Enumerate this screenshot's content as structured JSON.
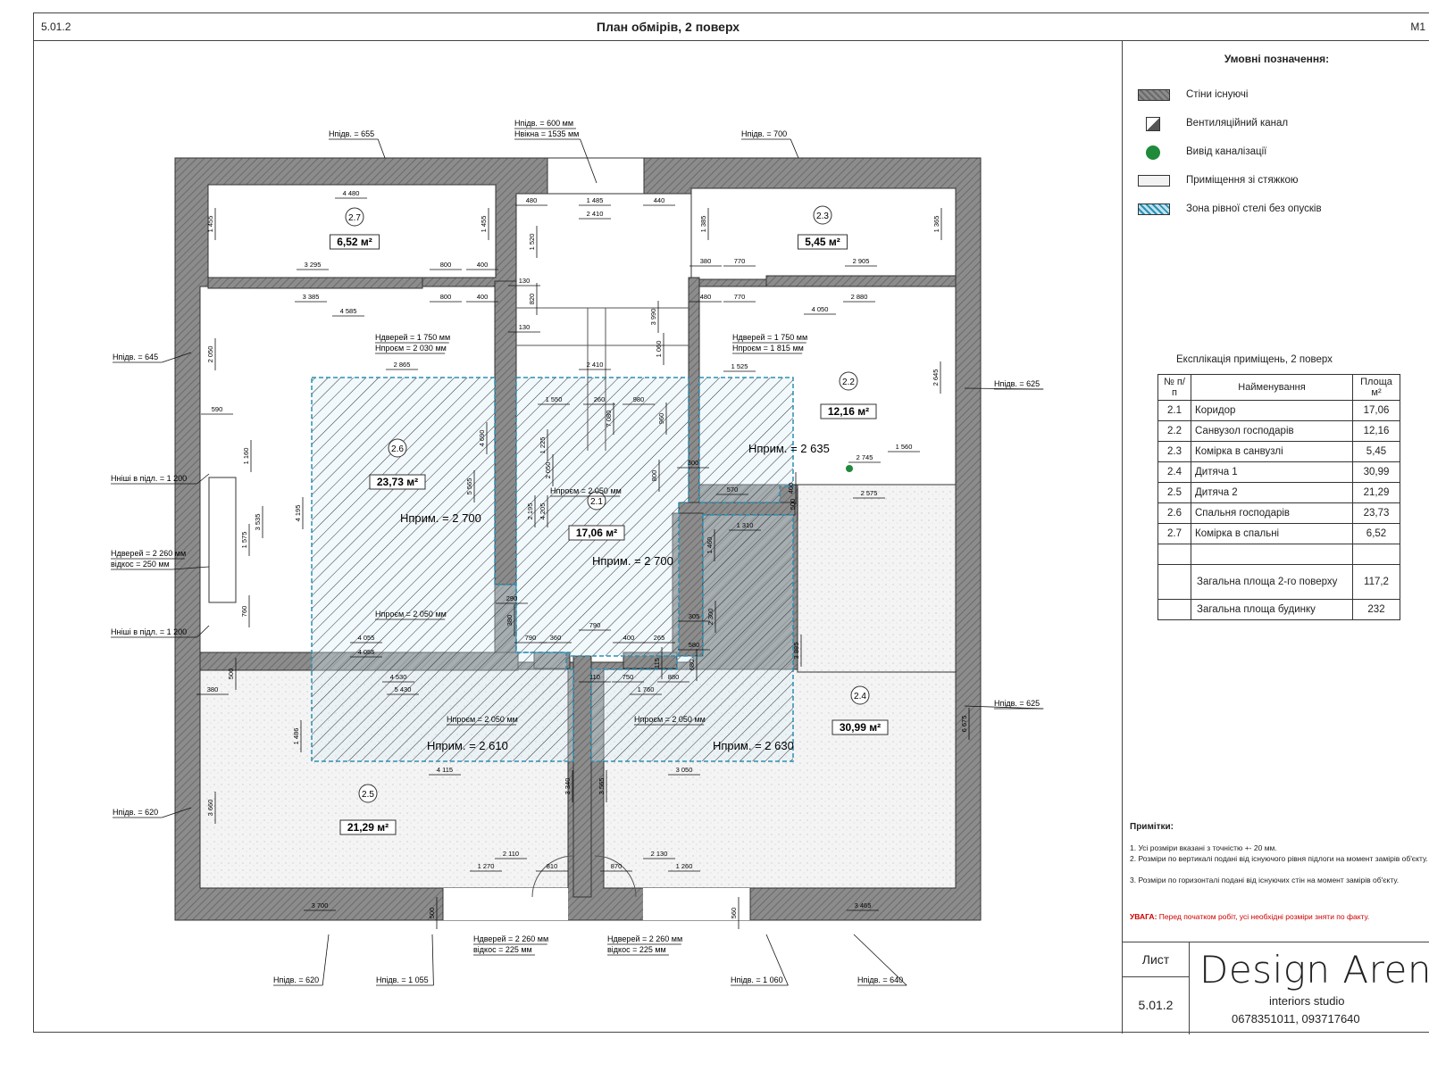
{
  "header": {
    "code": "5.01.2",
    "title": "План обмірів, 2 поверх",
    "scale": "М1"
  },
  "rooms": [
    {
      "id": "2.7",
      "area": "6,52 м²"
    },
    {
      "id": "2.3",
      "area": "5,45 м²"
    },
    {
      "id": "2.2",
      "area": "12,16 м²"
    },
    {
      "id": "2.6",
      "area": "23,73 м²"
    },
    {
      "id": "2.1",
      "area": "17,06 м²"
    },
    {
      "id": "2.4",
      "area": "30,99 м²"
    },
    {
      "id": "2.5",
      "area": "21,29 м²"
    }
  ],
  "ceiling_heights": {
    "h2700a": "Hприм. = 2 700",
    "h2700b": "Hприм. = 2 700",
    "h2610": "Hприм. = 2 610",
    "h2630": "Hприм. = 2 630",
    "h2635": "Hприм. = 2 635"
  },
  "annotations": {
    "sill655": "Hпідв. = 655",
    "sill700": "Hпідв. = 700",
    "sill645": "Hпідв. = 645",
    "sill625a": "Hпідв. = 625",
    "sill625b": "Hпідв. = 625",
    "sill620": "Hпідв. = 620",
    "sill620b": "Hпідв. = 620",
    "sill1055": "Hпідв. = 1 055",
    "sill1060": "Hпідв. = 1 060",
    "sill640": "Hпідв. = 640",
    "win_top1": "Hпідв. = 600 мм",
    "win_top2": "Hвікна = 1535 мм",
    "niche1200a": "Hніші в підл. = 1 200",
    "niche1200b": "Hніші в підл. = 1 200",
    "door2260": "Hдверей = 2 260 мм",
    "offset250": "відкос = 250 мм",
    "door1750a": "Hдверей = 1 750 мм",
    "door2030": "Hпроєм = 2 030 мм",
    "door1750b": "Hдверей = 1 750 мм",
    "door1815": "Hпроєм = 1 815 мм",
    "beam2050a": "Hпроєм = 2 050 мм",
    "beam2050b": "Hпроєм = 2 050 мм",
    "beam2050c": "Hпроєм = 2 050 мм",
    "beam2050d": "Hпроєм = 2 050 мм",
    "doorA": "Hдверей = 2 260 мм",
    "offA": "відкос = 225 мм",
    "doorB": "Hдверей = 2 260 мм",
    "offB": "відкос = 225 мм"
  },
  "dims": [
    "4 480",
    "1 455",
    "1 455",
    "3 295",
    "800",
    "400",
    "3 385",
    "800",
    "400",
    "4 585",
    "2 050",
    "590",
    "1 160",
    "3 535",
    "1 575",
    "760",
    "4 195",
    "5 565",
    "4 690",
    "2 865",
    "4 055",
    "480",
    "1 485",
    "440",
    "2 410",
    "1 520",
    "130",
    "820",
    "130",
    "3 990",
    "2 410",
    "1 060",
    "1 550",
    "260",
    "980",
    "2 050",
    "1 225",
    "4 205",
    "2 195",
    "960",
    "7 080",
    "800",
    "290",
    "380",
    "790",
    "360",
    "790",
    "400",
    "265",
    "300",
    "305",
    "580",
    "680",
    "1 460",
    "2 300",
    "4 055",
    "1 385",
    "1 365",
    "380",
    "770",
    "2 905",
    "480",
    "770",
    "2 880",
    "4 050",
    "1 525",
    "2 645",
    "1 560",
    "2 745",
    "570",
    "400",
    "500",
    "1 310",
    "2 575",
    "3 885",
    "6 675",
    "4 530",
    "5 430",
    "1 486",
    "500",
    "380",
    "110",
    "750",
    "880",
    "1 760",
    "4 115",
    "3 050",
    "3 340",
    "3 565",
    "3 660",
    "2 110",
    "1 270",
    "810",
    "870",
    "2 130",
    "1 260",
    "3 700",
    "3 465",
    "500",
    "560",
    "115"
  ],
  "legend": {
    "title": "Умовні позначення:",
    "items": [
      {
        "label": "Стіни існуючі",
        "swatch": "wall"
      },
      {
        "label": "Вентиляційний канал",
        "swatch": "vent"
      },
      {
        "label": "Вивід каналізації",
        "swatch": "sewer"
      },
      {
        "label": "Приміщення зі стяжкою",
        "swatch": "screed"
      },
      {
        "label": "Зона рівної стелі без опусків",
        "swatch": "ceiling"
      }
    ]
  },
  "explication": {
    "title": "Експлікація приміщень, 2 поверх",
    "headers": [
      "№ п/п",
      "Найменування",
      "Площа м²"
    ],
    "rows": [
      [
        "2.1",
        "Коридор",
        "17,06"
      ],
      [
        "2.2",
        "Санвузол господарів",
        "12,16"
      ],
      [
        "2.3",
        "Комірка в санвузлі",
        "5,45"
      ],
      [
        "2.4",
        "Дитяча 1",
        "30,99"
      ],
      [
        "2.5",
        "Дитяча 2",
        "21,29"
      ],
      [
        "2.6",
        "Спальня господарів",
        "23,73"
      ],
      [
        "2.7",
        "Комірка в спальні",
        "6,52"
      ]
    ],
    "total_floor_label": "Загальна площа 2-го поверху",
    "total_floor": "117,2",
    "total_house_label": "Загальна площа будинку",
    "total_house": "232"
  },
  "notes": {
    "title": "Примітки:",
    "items": [
      "1. Усі розміри вказані з точністю +- 20 мм.",
      "2. Розміри по вертикалі подані від існуючого рівня підлоги на момент замірів об'єкту.",
      "3. Розміри по горизонталі подані від існуючих стін на момент замірів об'єкту."
    ],
    "warning_label": "УВАГА:",
    "warning": "Перед початком робіт, усі необхідні розміри зняти по факту."
  },
  "stamp": {
    "sheet_label": "Лист",
    "sheet_no": "5.01.2",
    "brand": "Design Aren",
    "sub": "interiors studio",
    "phones": "0678351011, 093717640"
  },
  "colors": {
    "wall": "#8c8c8c",
    "ceiling_zone": "#2a8fb3",
    "sewer": "#1f8a3a"
  }
}
